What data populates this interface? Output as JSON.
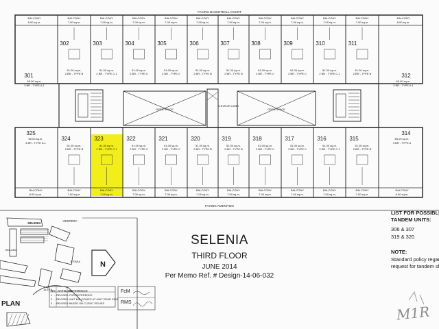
{
  "facing_top": "FACING BASKETBALL COURT",
  "facing_bottom": "FACING AMENITIES",
  "balcony_label": "BALCONY",
  "open_space": "OPEN SPACE",
  "elevator": "ELEVATOR LOBBY",
  "top_units": [
    {
      "no": "302",
      "area": "51.00 sq.m.",
      "type": "2 BR - TYPE B",
      "balcony": "7.00 sq.m."
    },
    {
      "no": "303",
      "area": "51.00 sq.m.",
      "type": "2 BR - TYPE C.1",
      "balcony": "7.00 sq.m."
    },
    {
      "no": "304",
      "area": "51.00 sq.m.",
      "type": "2 BR - TYPE C",
      "balcony": "7.00 sq.m."
    },
    {
      "no": "305",
      "area": "51.00 sq.m.",
      "type": "2 BR - TYPE C",
      "balcony": "7.00 sq.m."
    },
    {
      "no": "306",
      "area": "51.00 sq.m.",
      "type": "2 BR - TYPE B",
      "balcony": "7.00 sq.m."
    },
    {
      "no": "307",
      "area": "51.00 sq.m.",
      "type": "2 BR - TYPE B",
      "balcony": "7.00 sq.m."
    },
    {
      "no": "308",
      "area": "51.00 sq.m.",
      "type": "2 BR - TYPE C",
      "balcony": "7.00 sq.m."
    },
    {
      "no": "309",
      "area": "51.00 sq.m.",
      "type": "2 BR - TYPE C",
      "balcony": "7.00 sq.m."
    },
    {
      "no": "310",
      "area": "51.00 sq.m.",
      "type": "2 BR - TYPE C.1",
      "balcony": "7.00 sq.m."
    },
    {
      "no": "311",
      "area": "51.00 sq.m.",
      "type": "2 BR - TYPE B",
      "balcony": "7.00 sq.m."
    }
  ],
  "bottom_units": [
    {
      "no": "324",
      "area": "51.00 sq.m.",
      "type": "2 BR - TYPE B",
      "balcony": "7.00 sq.m."
    },
    {
      "no": "323",
      "area": "51.00 sq.m.",
      "type": "2 BR - TYPE C.1",
      "balcony": "7.00 sq.m."
    },
    {
      "no": "322",
      "area": "51.00 sq.m.",
      "type": "2 BR - TYPE C",
      "balcony": "7.00 sq.m."
    },
    {
      "no": "321",
      "area": "51.00 sq.m.",
      "type": "2 BR - TYPE C",
      "balcony": "7.00 sq.m."
    },
    {
      "no": "320",
      "area": "51.00 sq.m.",
      "type": "2 BR - TYPE B",
      "balcony": "7.00 sq.m."
    },
    {
      "no": "319",
      "area": "51.00 sq.m.",
      "type": "2 BR - TYPE B",
      "balcony": "7.00 sq.m."
    },
    {
      "no": "318",
      "area": "51.00 sq.m.",
      "type": "2 BR - TYPE C",
      "balcony": "7.00 sq.m."
    },
    {
      "no": "317",
      "area": "51.00 sq.m.",
      "type": "2 BR - TYPE C",
      "balcony": "7.00 sq.m."
    },
    {
      "no": "316",
      "area": "51.00 sq.m.",
      "type": "2 BR - TYPE C.1",
      "balcony": "7.00 sq.m."
    },
    {
      "no": "315",
      "area": "51.00 sq.m.",
      "type": "2 BR - TYPE B",
      "balcony": "7.00 sq.m."
    }
  ],
  "corner_units": {
    "u301": {
      "no": "301",
      "area": "65.00 sq.m.",
      "type": "3 BR - TYPE A.1",
      "balcony": "8.00 sq.m."
    },
    "u312": {
      "no": "312",
      "area": "65.00 sq.m.",
      "type": "3 BR - TYPE A.1",
      "balcony": "8.00 sq.m."
    },
    "u325": {
      "no": "325",
      "area": "65.00 sq.m.",
      "type": "3 BR - TYPE A.1",
      "balcony": "8.00 sq.m."
    },
    "u314": {
      "no": "314",
      "area": "65.00 sq.m.",
      "type": "3 BR - TYPE A",
      "balcony": "8.00 sq.m."
    }
  },
  "highlight_color": "#f2ee1a",
  "title": {
    "name": "SELENIA",
    "floor": "THIRD FLOOR",
    "date": "JUNE 2014",
    "memo": "Per Memo Ref. # Design-14-06-032"
  },
  "north_label": "N",
  "plan_label": "PLAN",
  "keymap_labels": {
    "selenia": "SELENIA",
    "vespera": "VESPERA",
    "bolano": "BOLANO",
    "sitara": "SITARA",
    "alexa": "ALEXA",
    "maia": "MAIA"
  },
  "notes": {
    "list_title_1": "LIST FOR POSSIBLE",
    "list_title_2": "TANDEM UNITS:",
    "pair1": "306 & 307",
    "pair2": "319 & 320",
    "note_title": "NOTE:",
    "note_line1": "Standard policy regar",
    "note_line2": "request for tandem sh"
  },
  "revision": {
    "h_no": "NO.",
    "h_date": "DATE",
    "h_ref": "REFERENCE",
    "rows": [
      "1 ... REVISED FOR REFERENCE",
      "2 ... REVISED UNIT BALCONIES AT UNIT REAR SIDE",
      "3 ... REVISED BASED ON CLIENT ISSUES"
    ]
  },
  "stamp": {
    "fcm": "FcM",
    "rms": "RMS"
  },
  "handwriting": "M1R"
}
